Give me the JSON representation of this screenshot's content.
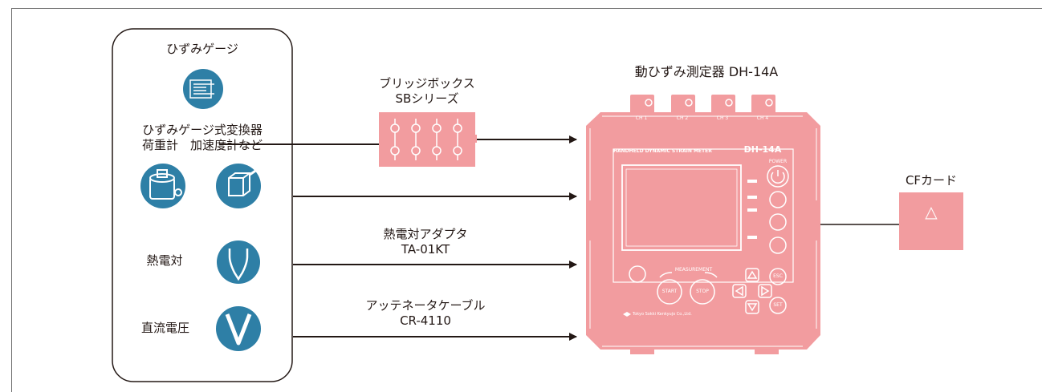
{
  "sensor_panel": {
    "strain_gauge": "ひずみゲージ",
    "transducer_line1": "ひずみゲージ式変換器",
    "transducer_line2": "荷重計　加速度計など",
    "thermocouple": "熱電対",
    "dc_voltage": "直流電圧"
  },
  "bridge_box": {
    "line1": "ブリッジボックス",
    "line2": "SBシリーズ"
  },
  "thermo_adapter": {
    "line1": "熱電対アダプタ",
    "line2": "TA-01KT"
  },
  "attenuator_cable": {
    "line1": "アッテネータケーブル",
    "line2": "CR-4110"
  },
  "device": {
    "title": "動ひずみ測定器 DH-14A",
    "panel_header": "HANDHELD DYNAMIC STRAIN METER",
    "model": "DH-14A",
    "channels": [
      "CH 1",
      "CH 2",
      "CH 3",
      "CH 4"
    ],
    "power": "POWER",
    "measurement": "MEASUREMENT",
    "start": "START",
    "stop": "STOP",
    "set": "SET",
    "esc": "ESC",
    "maker": "Tokyo Sokki Kenkyujo Co.,Ltd."
  },
  "cf_card": {
    "label": "CFカード",
    "symbol": "△"
  },
  "colors": {
    "icon_blue": "#2e7fa6",
    "device_red": "#f29c9f",
    "line": "#231815"
  }
}
